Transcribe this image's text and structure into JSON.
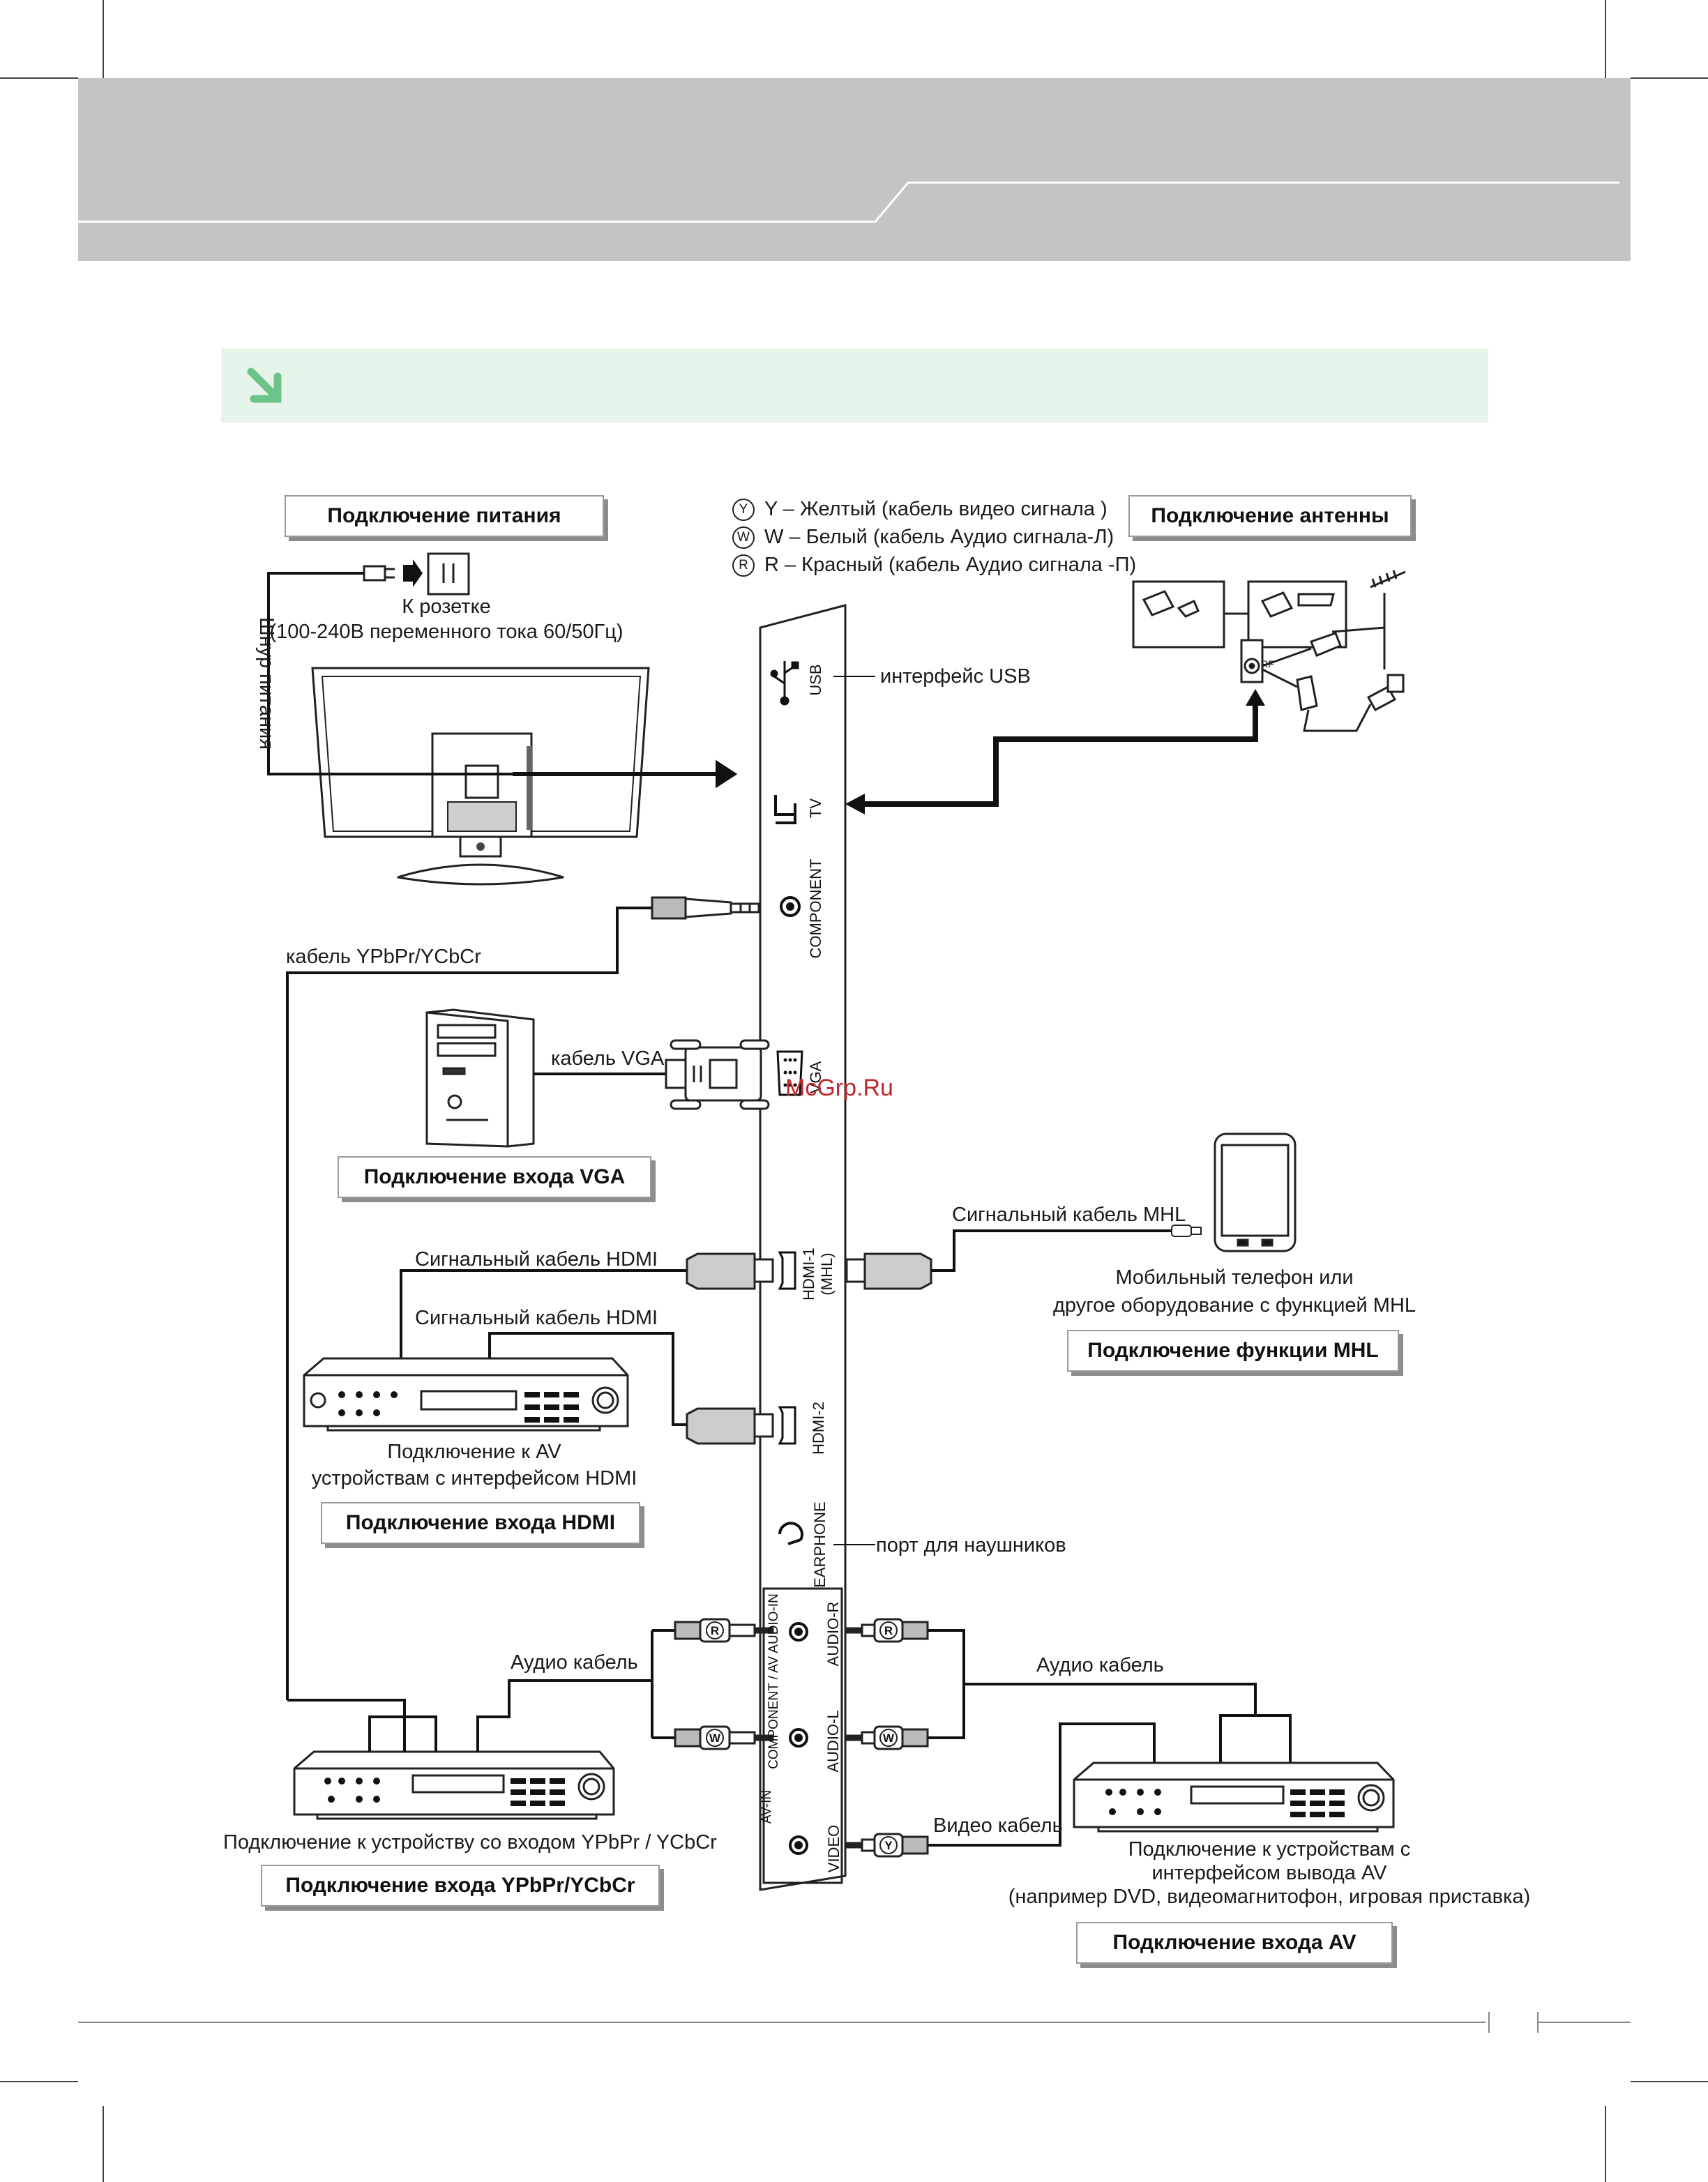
{
  "boxes": {
    "power": "Подключение питания",
    "antenna": "Подключение антенны",
    "vga": "Подключение входа VGA",
    "mhl": "Подключение  функции MHL",
    "hdmi": "Подключение входа HDMI",
    "ypbpr": "Подключение входа YPbPr/YCbCr",
    "av": "Подключение входа AV"
  },
  "legend": [
    {
      "letter": "Y",
      "text": "Y – Желтый (кабель видео сигнала )"
    },
    {
      "letter": "W",
      "text": "W – Белый (кабель Аудио сигнала-Л)"
    },
    {
      "letter": "R",
      "text": "R – Красный (кабель Аудио сигнала -П)"
    }
  ],
  "power": {
    "outlet_line1": "К розетке",
    "outlet_line2": "(100-240В переменного тока 60/50Гц)",
    "cord": "Шнур питания"
  },
  "ports": {
    "usb": "USB",
    "tv": "TV",
    "component": "COMPONENT",
    "vga": "VGA",
    "hdmi1": "HDMI-1",
    "mhl": "(MHL)",
    "hdmi2": "HDMI-2",
    "earphone": "EARPHONE",
    "audio_r": "AUDIO-R",
    "audio_l": "AUDIO-L",
    "video": "VIDEO",
    "group_av": "AV-IN",
    "group_comp": "COMPONENT / AV AUDIO-IN",
    "rf": "RF"
  },
  "labels": {
    "usb_desc": "интерфейс USB",
    "ypbpr_cable": "кабель  YPbPr/YCbCr",
    "vga_cable": "кабель VGA",
    "mhl_cable": "Сигнальный кабель MHL",
    "mobile_line1": "Мобильный телефон или",
    "mobile_line2": "другое оборудование с функцией MHL",
    "hdmi_cable1": "Сигнальный кабель HDMI",
    "hdmi_cable2": "Сигнальный кабель HDMI",
    "av_hdmi_line1": "Подключение к AV",
    "av_hdmi_line2": "устройствам с  интерфейсом HDMI",
    "earphone_desc": "порт для наушников",
    "audio_cable_left": "Аудио кабель",
    "audio_cable_right": "Аудио кабель",
    "video_cable": "Видео кабель",
    "ypbpr_device": "Подключение к устройству со входом YPbPr / YCbCr",
    "av_device_line1": "Подключение к устройствам с",
    "av_device_line2": "интерфейсом вывода AV",
    "av_device_line3": "(например DVD, видеомагнитофон, игровая приставка)"
  },
  "watermark": "McGrp.Ru",
  "colors": {
    "header": "#c4c4c4",
    "section_band": "#e6f4e9",
    "section_arrow": "#6cc48a",
    "watermark": "#c0262d"
  }
}
